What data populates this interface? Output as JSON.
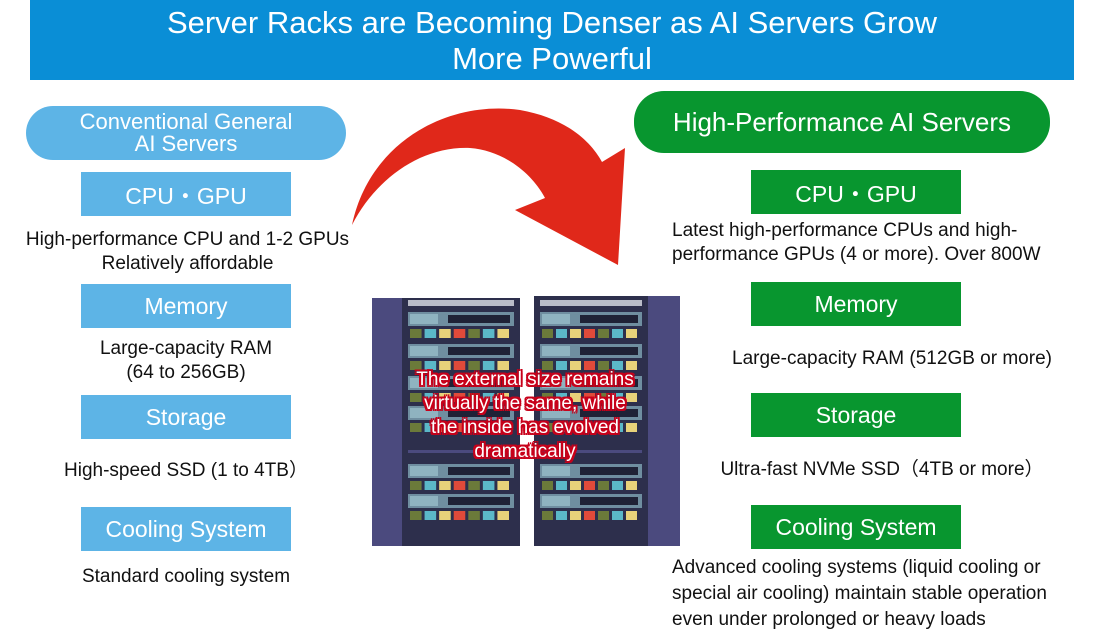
{
  "title": {
    "line1": "Server Racks are Becoming Denser as AI Servers Grow",
    "line2": "More Powerful"
  },
  "left": {
    "header_line1": "Conventional General",
    "header_line2": "AI Servers",
    "sections": [
      {
        "label": "CPU・GPU",
        "desc_lines": [
          "High-performance CPU and 1-2 GPUs",
          "Relatively affordable"
        ]
      },
      {
        "label": "Memory",
        "desc_lines": [
          "Large-capacity RAM",
          "(64 to 256GB)"
        ]
      },
      {
        "label": "Storage",
        "desc_lines": [
          "High-speed SSD (1 to 4TB）"
        ]
      },
      {
        "label": "Cooling System",
        "desc_lines": [
          "Standard cooling system"
        ]
      }
    ]
  },
  "right": {
    "header": "High-Performance AI Servers",
    "sections": [
      {
        "label": "CPU・GPU",
        "desc_lines": [
          "Latest high-performance CPUs and high-",
          "performance GPUs (4 or more). Over 800W"
        ]
      },
      {
        "label": "Memory",
        "desc_lines": [
          "Large-capacity RAM (512GB or more)"
        ]
      },
      {
        "label": "Storage",
        "desc_lines": [
          "Ultra-fast NVMe SSD（4TB or more）"
        ]
      },
      {
        "label": "Cooling System",
        "desc_lines": [
          "Advanced cooling systems (liquid cooling or",
          "special air cooling) maintain stable operation",
          "even under prolonged or heavy loads"
        ]
      }
    ]
  },
  "center": {
    "caption_lines": [
      "The external size remains",
      "virtually the same, while",
      "the inside has evolved",
      "dramatically"
    ]
  },
  "colors": {
    "title_bg": "#0a8ed6",
    "conventional": "#5db4e6",
    "high_performance": "#08962f",
    "arrow": "#e0281a",
    "caption_outline": "#c8001a",
    "rack_frame": "#4b4a7e",
    "rack_body": "#2d2f4c"
  }
}
